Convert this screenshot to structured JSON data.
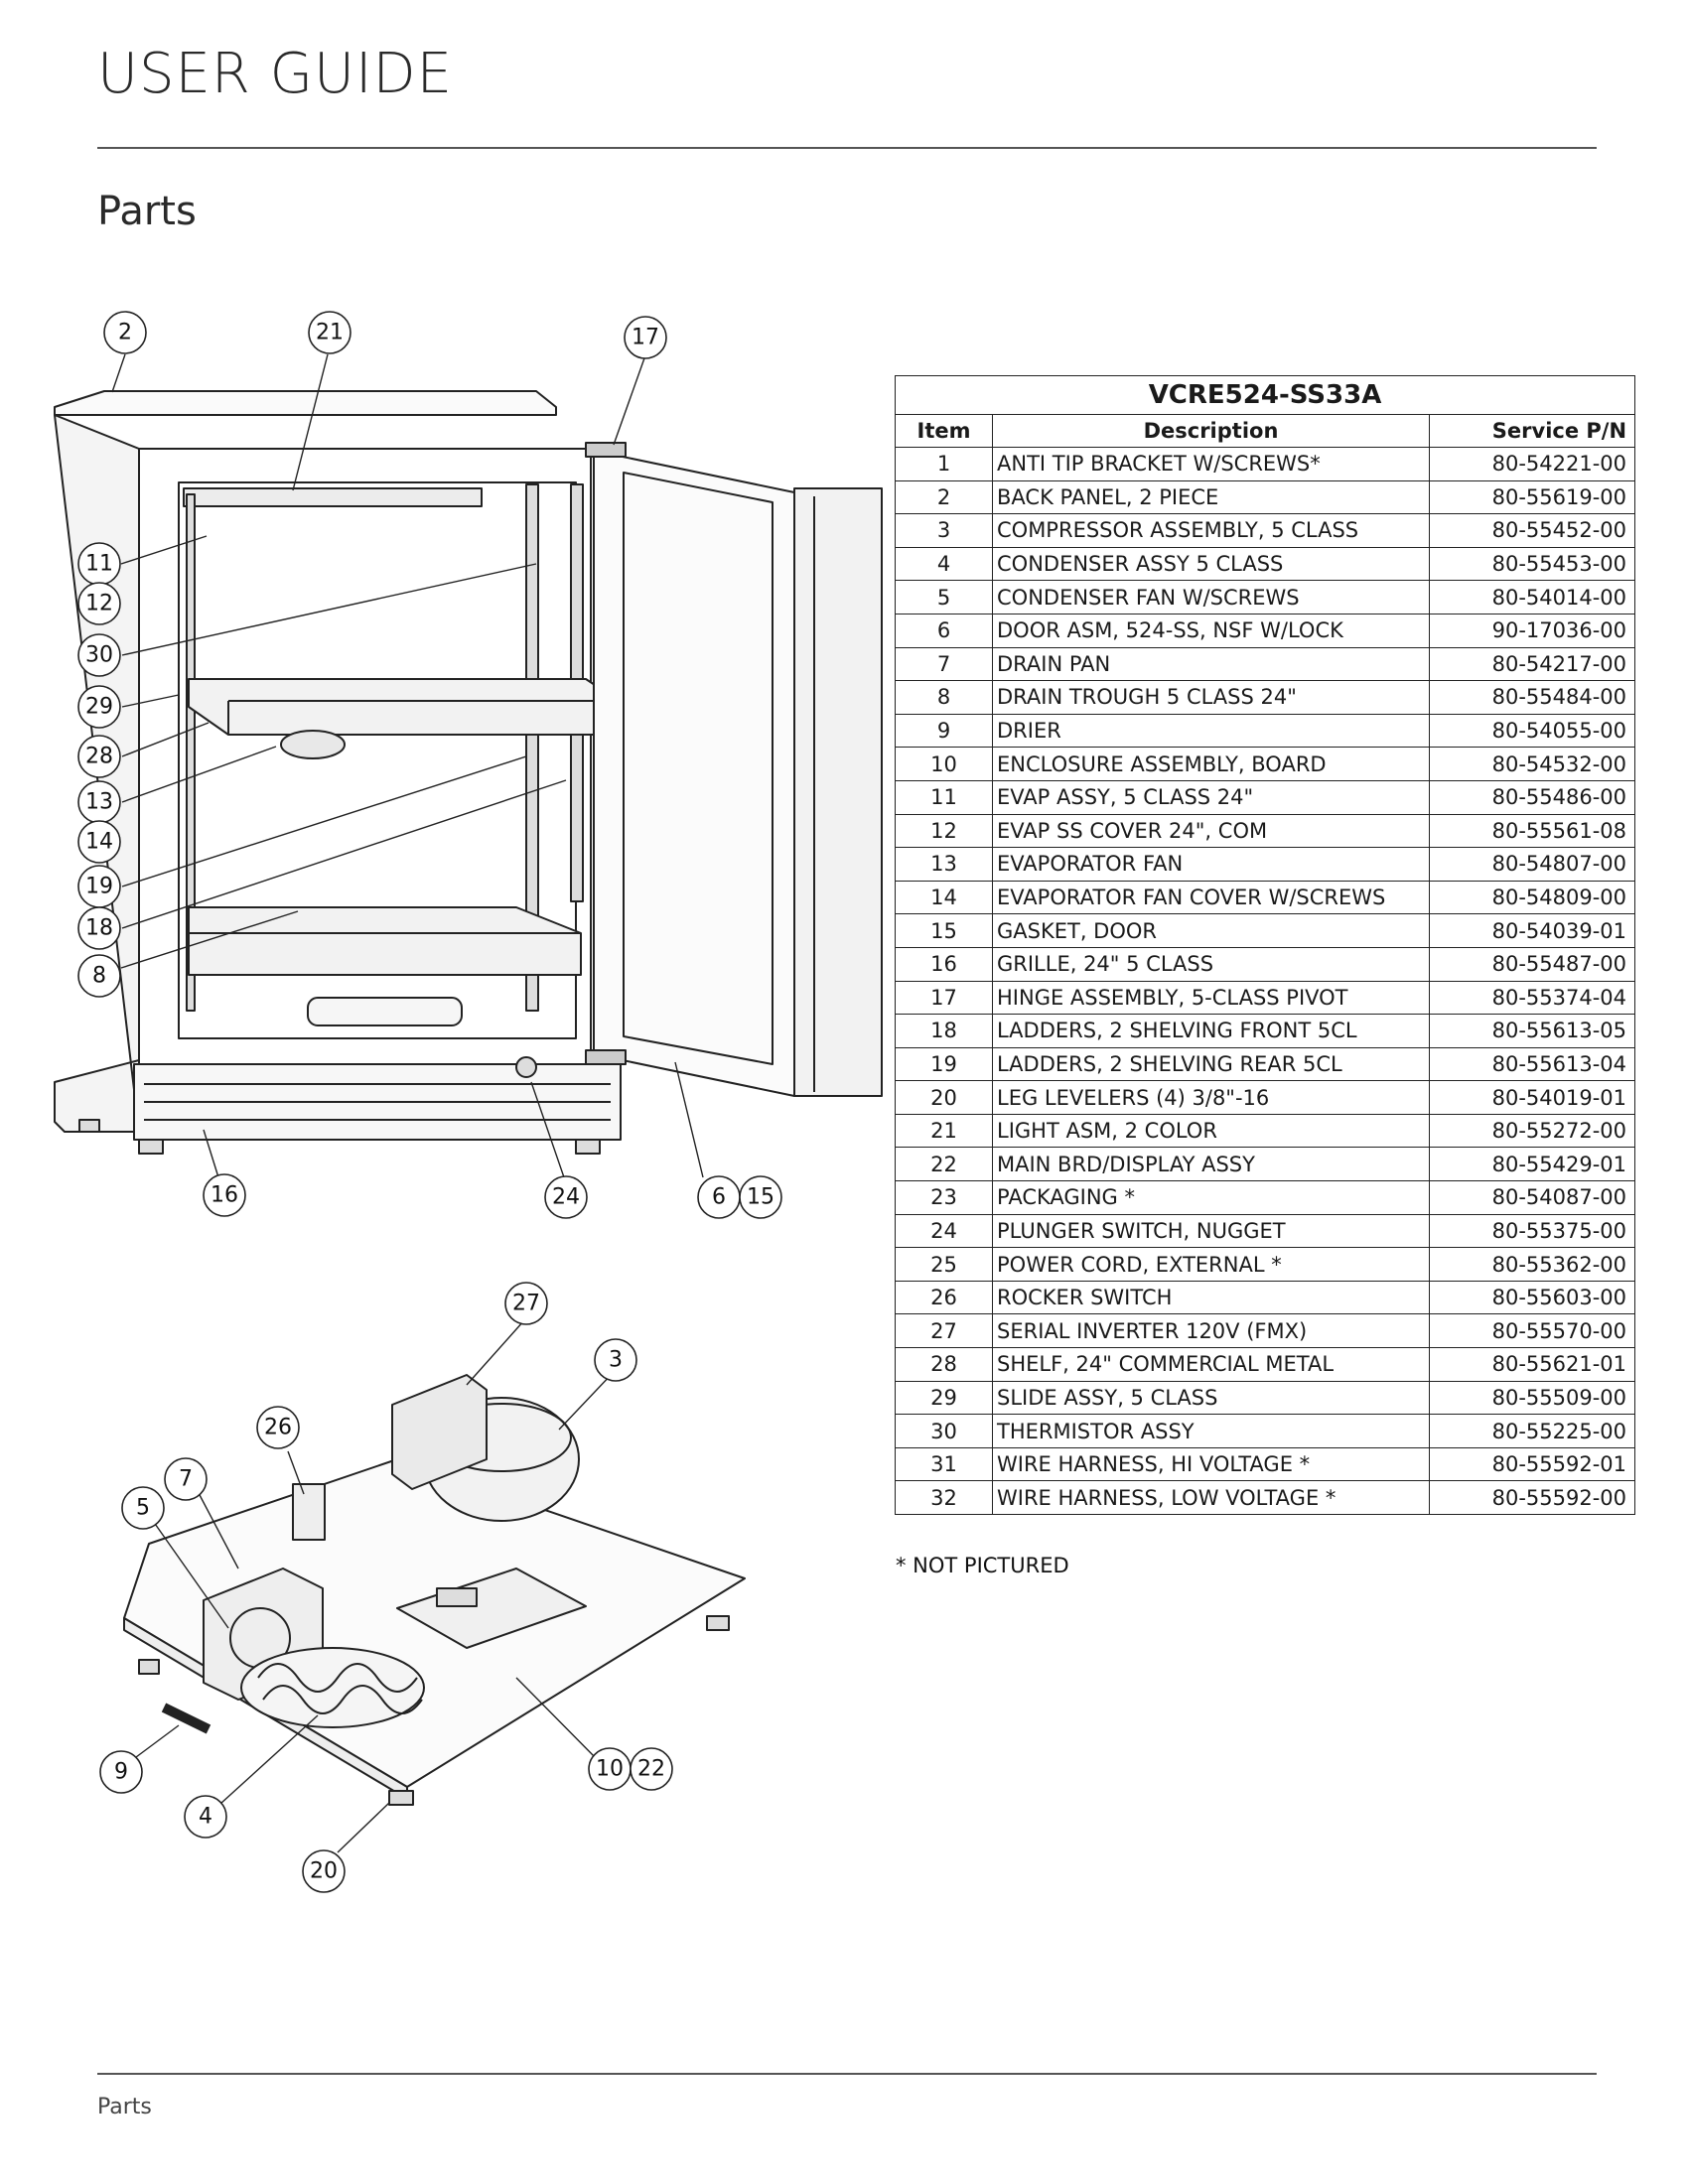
{
  "header": {
    "title": "USER GUIDE"
  },
  "section": {
    "title": "Parts"
  },
  "footer": {
    "label": "Parts"
  },
  "table": {
    "model": "VCRE524-SS33A",
    "columns": [
      "Item",
      "Description",
      "Service P/N"
    ],
    "rows": [
      [
        "1",
        "ANTI TIP BRACKET W/SCREWS*",
        "80-54221-00"
      ],
      [
        "2",
        "BACK PANEL, 2 PIECE",
        "80-55619-00"
      ],
      [
        "3",
        "COMPRESSOR ASSEMBLY, 5 CLASS",
        "80-55452-00"
      ],
      [
        "4",
        "CONDENSER ASSY 5 CLASS",
        "80-55453-00"
      ],
      [
        "5",
        "CONDENSER FAN W/SCREWS",
        "80-54014-00"
      ],
      [
        "6",
        "DOOR ASM, 524-SS, NSF W/LOCK",
        "90-17036-00"
      ],
      [
        "7",
        "DRAIN PAN",
        "80-54217-00"
      ],
      [
        "8",
        "DRAIN TROUGH 5 CLASS 24\"",
        "80-55484-00"
      ],
      [
        "9",
        "DRIER",
        "80-54055-00"
      ],
      [
        "10",
        "ENCLOSURE ASSEMBLY, BOARD",
        "80-54532-00"
      ],
      [
        "11",
        "EVAP ASSY, 5 CLASS 24\"",
        "80-55486-00"
      ],
      [
        "12",
        "EVAP SS COVER 24\", COM",
        "80-55561-08"
      ],
      [
        "13",
        "EVAPORATOR FAN",
        "80-54807-00"
      ],
      [
        "14",
        "EVAPORATOR FAN COVER W/SCREWS",
        "80-54809-00"
      ],
      [
        "15",
        "GASKET, DOOR",
        "80-54039-01"
      ],
      [
        "16",
        "GRILLE, 24\" 5 CLASS",
        "80-55487-00"
      ],
      [
        "17",
        "HINGE ASSEMBLY, 5-CLASS PIVOT",
        "80-55374-04"
      ],
      [
        "18",
        "LADDERS, 2 SHELVING FRONT 5CL",
        "80-55613-05"
      ],
      [
        "19",
        "LADDERS, 2 SHELVING REAR 5CL",
        "80-55613-04"
      ],
      [
        "20",
        "LEG LEVELERS (4) 3/8\"-16",
        "80-54019-01"
      ],
      [
        "21",
        "LIGHT ASM, 2 COLOR",
        "80-55272-00"
      ],
      [
        "22",
        "MAIN BRD/DISPLAY ASSY",
        "80-55429-01"
      ],
      [
        "23",
        "PACKAGING *",
        "80-54087-00"
      ],
      [
        "24",
        "PLUNGER SWITCH, NUGGET",
        "80-55375-00"
      ],
      [
        "25",
        "POWER CORD, EXTERNAL *",
        "80-55362-00"
      ],
      [
        "26",
        "ROCKER SWITCH",
        "80-55603-00"
      ],
      [
        "27",
        "SERIAL INVERTER 120V  (FMX)",
        "80-55570-00"
      ],
      [
        "28",
        "SHELF, 24\" COMMERCIAL METAL",
        "80-55621-01"
      ],
      [
        "29",
        "SLIDE ASSY, 5 CLASS",
        "80-55509-00"
      ],
      [
        "30",
        "THERMISTOR ASSY",
        "80-55225-00"
      ],
      [
        "31",
        "WIRE HARNESS, HI VOLTAGE *",
        "80-55592-01"
      ],
      [
        "32",
        "WIRE HARNESS, LOW VOLTAGE *",
        "80-55592-00"
      ]
    ]
  },
  "note": "* NOT PICTURED",
  "diagram": {
    "callouts": [
      "2",
      "21",
      "17",
      "11",
      "12",
      "30",
      "29",
      "28",
      "13",
      "14",
      "19",
      "18",
      "8",
      "16",
      "24",
      "6",
      "15",
      "27",
      "3",
      "26",
      "7",
      "5",
      "9",
      "4",
      "20",
      "10",
      "22"
    ]
  }
}
